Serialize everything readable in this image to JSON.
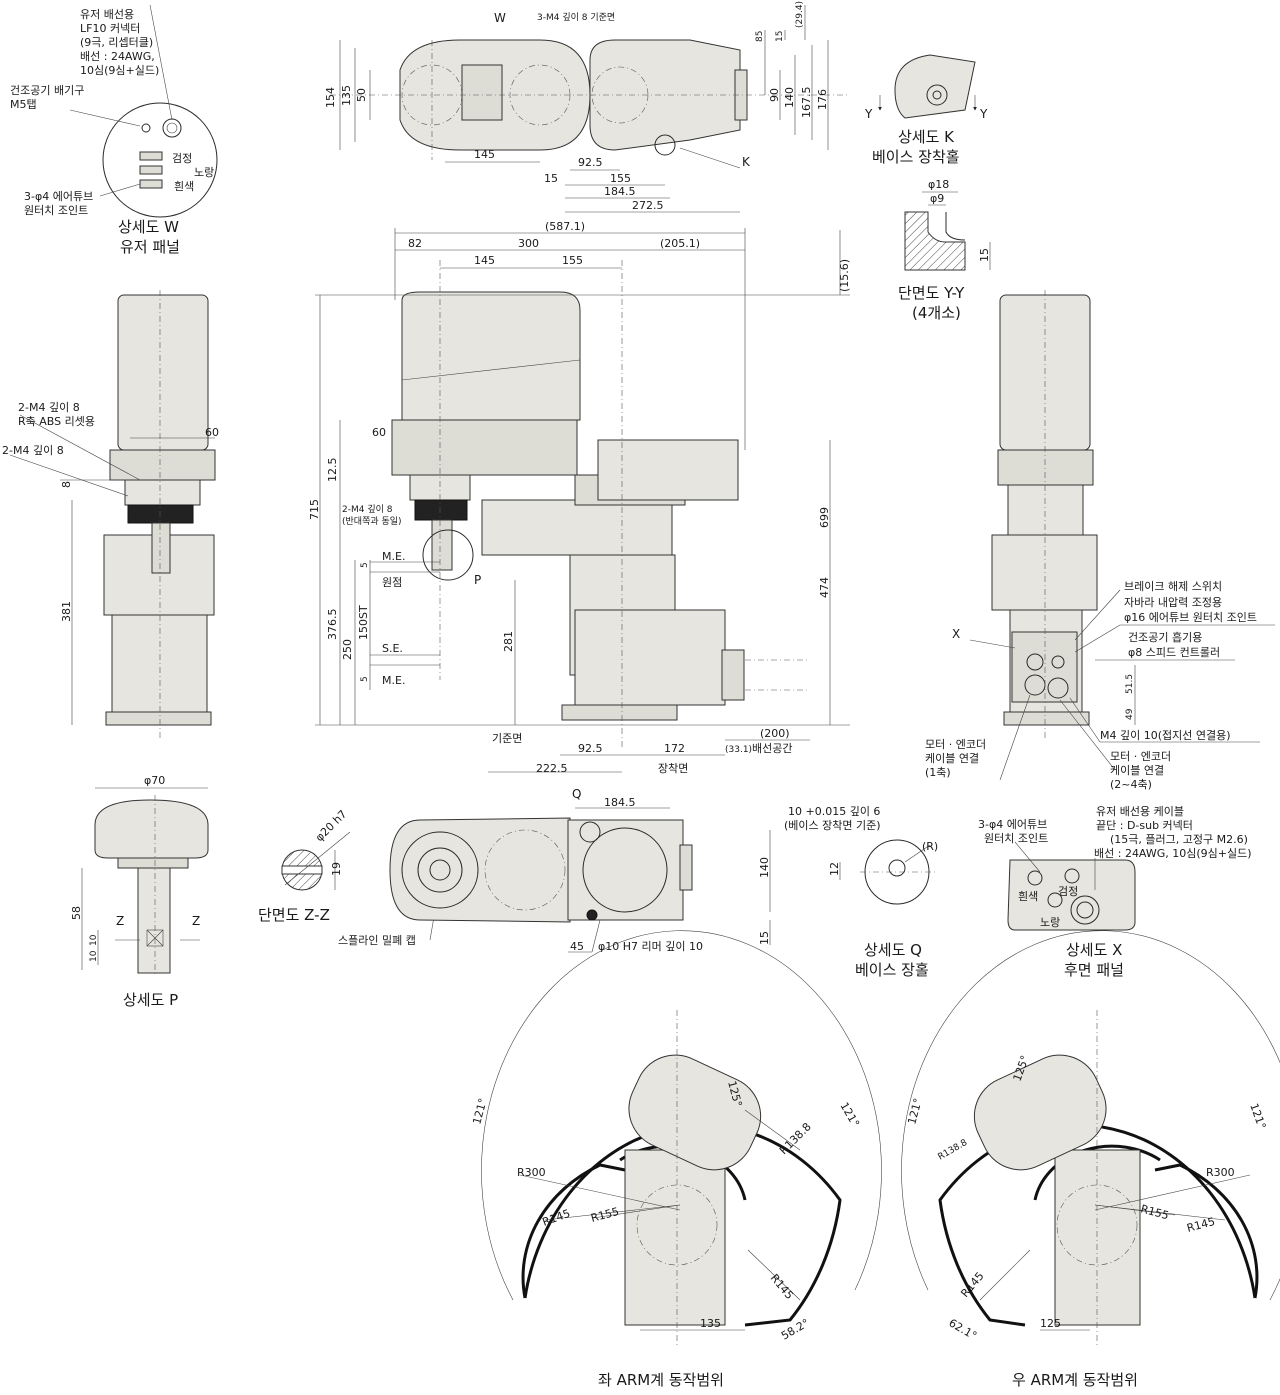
{
  "detail_w": {
    "caption1": "상세도 W",
    "caption2": "유저 패널",
    "note_user": [
      "유저 배선용",
      "LF10 커넥터",
      "(9극, 리셉터클)",
      "배선 : 24AWG,",
      "10심(9심+실드)"
    ],
    "note_air_exhaust": [
      "건조공기 배기구",
      "M5탭"
    ],
    "note_air_tube": [
      "3-φ4 에어튜브",
      "원터치 조인트"
    ],
    "black": "검정",
    "yellow": "노랑",
    "white": "흰색"
  },
  "top_view": {
    "label_w": "W",
    "label_ref": "3-M4 깊이 8 기준면",
    "label_k": "K",
    "dims": [
      "154",
      "135",
      "50",
      "145",
      "92.5",
      "15",
      "155",
      "184.5",
      "272.5",
      "85",
      "15",
      "(29.4)",
      "90",
      "140",
      "167.5",
      "176"
    ]
  },
  "detail_k": {
    "caption1": "상세도 K",
    "caption2": "베이스 장착홀",
    "y": "Y"
  },
  "section_yy": {
    "caption1": "단면도 Y-Y",
    "caption2": "(4개소)",
    "d1": "φ18",
    "d2": "φ9",
    "h": "15"
  },
  "front_view": {
    "top_dims": [
      "(587.1)",
      "82",
      "300",
      "(205.1)",
      "145",
      "155",
      "(15.6)"
    ],
    "dims_left": [
      "715",
      "12.5",
      "376.5",
      "250",
      "150ST",
      "5",
      "5",
      "281"
    ],
    "dims_right": [
      "699",
      "474"
    ],
    "dim_60": "60",
    "note_m4": [
      "2-M4 깊이 8",
      "(반대쪽과 동일)"
    ],
    "me": "M.E.",
    "origin": "원점",
    "se": "S.E.",
    "label_p": "P",
    "ref": "기준면",
    "mount": "장착면",
    "bottom_dims": [
      "92.5",
      "172",
      "222.5",
      "(33.1)",
      "(200)"
    ],
    "cable_space": "배선공간"
  },
  "side_left": {
    "note1": [
      "2-M4 깊이 8",
      "R축 ABS 리셋용"
    ],
    "note2": "2-M4 깊이 8",
    "dims": [
      "60",
      "8",
      "381"
    ]
  },
  "side_right": {
    "label_x": "X",
    "notes": [
      "브레이크 해제 스위치",
      "자바라 내압력 조정용",
      "φ16 에어튜브 원터치 조인트",
      "건조공기 흡기용",
      "φ8 스피드 컨트롤러",
      "M4 깊이 10(접지선 연결용)"
    ],
    "motor1": [
      "모터 · 엔코더",
      "케이블 연결",
      "(1축)"
    ],
    "motor2": [
      "모터 · 엔코더",
      "케이블 연결",
      "(2~4축)"
    ],
    "dims": [
      "51.5",
      "49"
    ]
  },
  "detail_p": {
    "caption": "상세도 P",
    "phi": "φ70",
    "dims": [
      "58",
      "10",
      "10"
    ],
    "z": "Z"
  },
  "section_zz": {
    "caption": "단면도 Z-Z",
    "phi": "φ20 h7",
    "dim": "19",
    "spline": "스플라인 밀폐 캡"
  },
  "bottom_view": {
    "label_q": "Q",
    "dims": [
      "184.5",
      "140",
      "15",
      "45"
    ],
    "reamer": "φ10 H7 리머 깊이 10"
  },
  "detail_q": {
    "caption1": "상세도 Q",
    "caption2": "베이스 장홀",
    "note": "10 +0.015 깊이 6",
    "note2": "(베이스 장착면 기준)",
    "r": "(R)",
    "dim": "12"
  },
  "detail_x": {
    "caption1": "상세도 X",
    "caption2": "후면 패널",
    "note_tube": [
      "3-φ4 에어튜브",
      "원터치 조인트"
    ],
    "note_cable": [
      "유저 배선용 케이블",
      "끝단 : D-sub 커넥터",
      "(15극, 플러그, 고정구 M2.6)",
      "배선 : 24AWG, 10심(9심+실드)"
    ],
    "white": "흰색",
    "black": "검정",
    "yellow": "노랑"
  },
  "range_left": {
    "caption": "좌 ARM계 동작범위",
    "angles": [
      "121°",
      "125°",
      "121°",
      "58.2°"
    ],
    "radii": [
      "R300",
      "R145",
      "R155",
      "R138.8",
      "R145"
    ],
    "dim": "135"
  },
  "range_right": {
    "caption": "우 ARM계 동작범위",
    "angles": [
      "121°",
      "125°",
      "121°",
      "62.1°"
    ],
    "radii": [
      "R300",
      "R145",
      "R155",
      "R138.8",
      "R145"
    ],
    "dim": "125"
  }
}
